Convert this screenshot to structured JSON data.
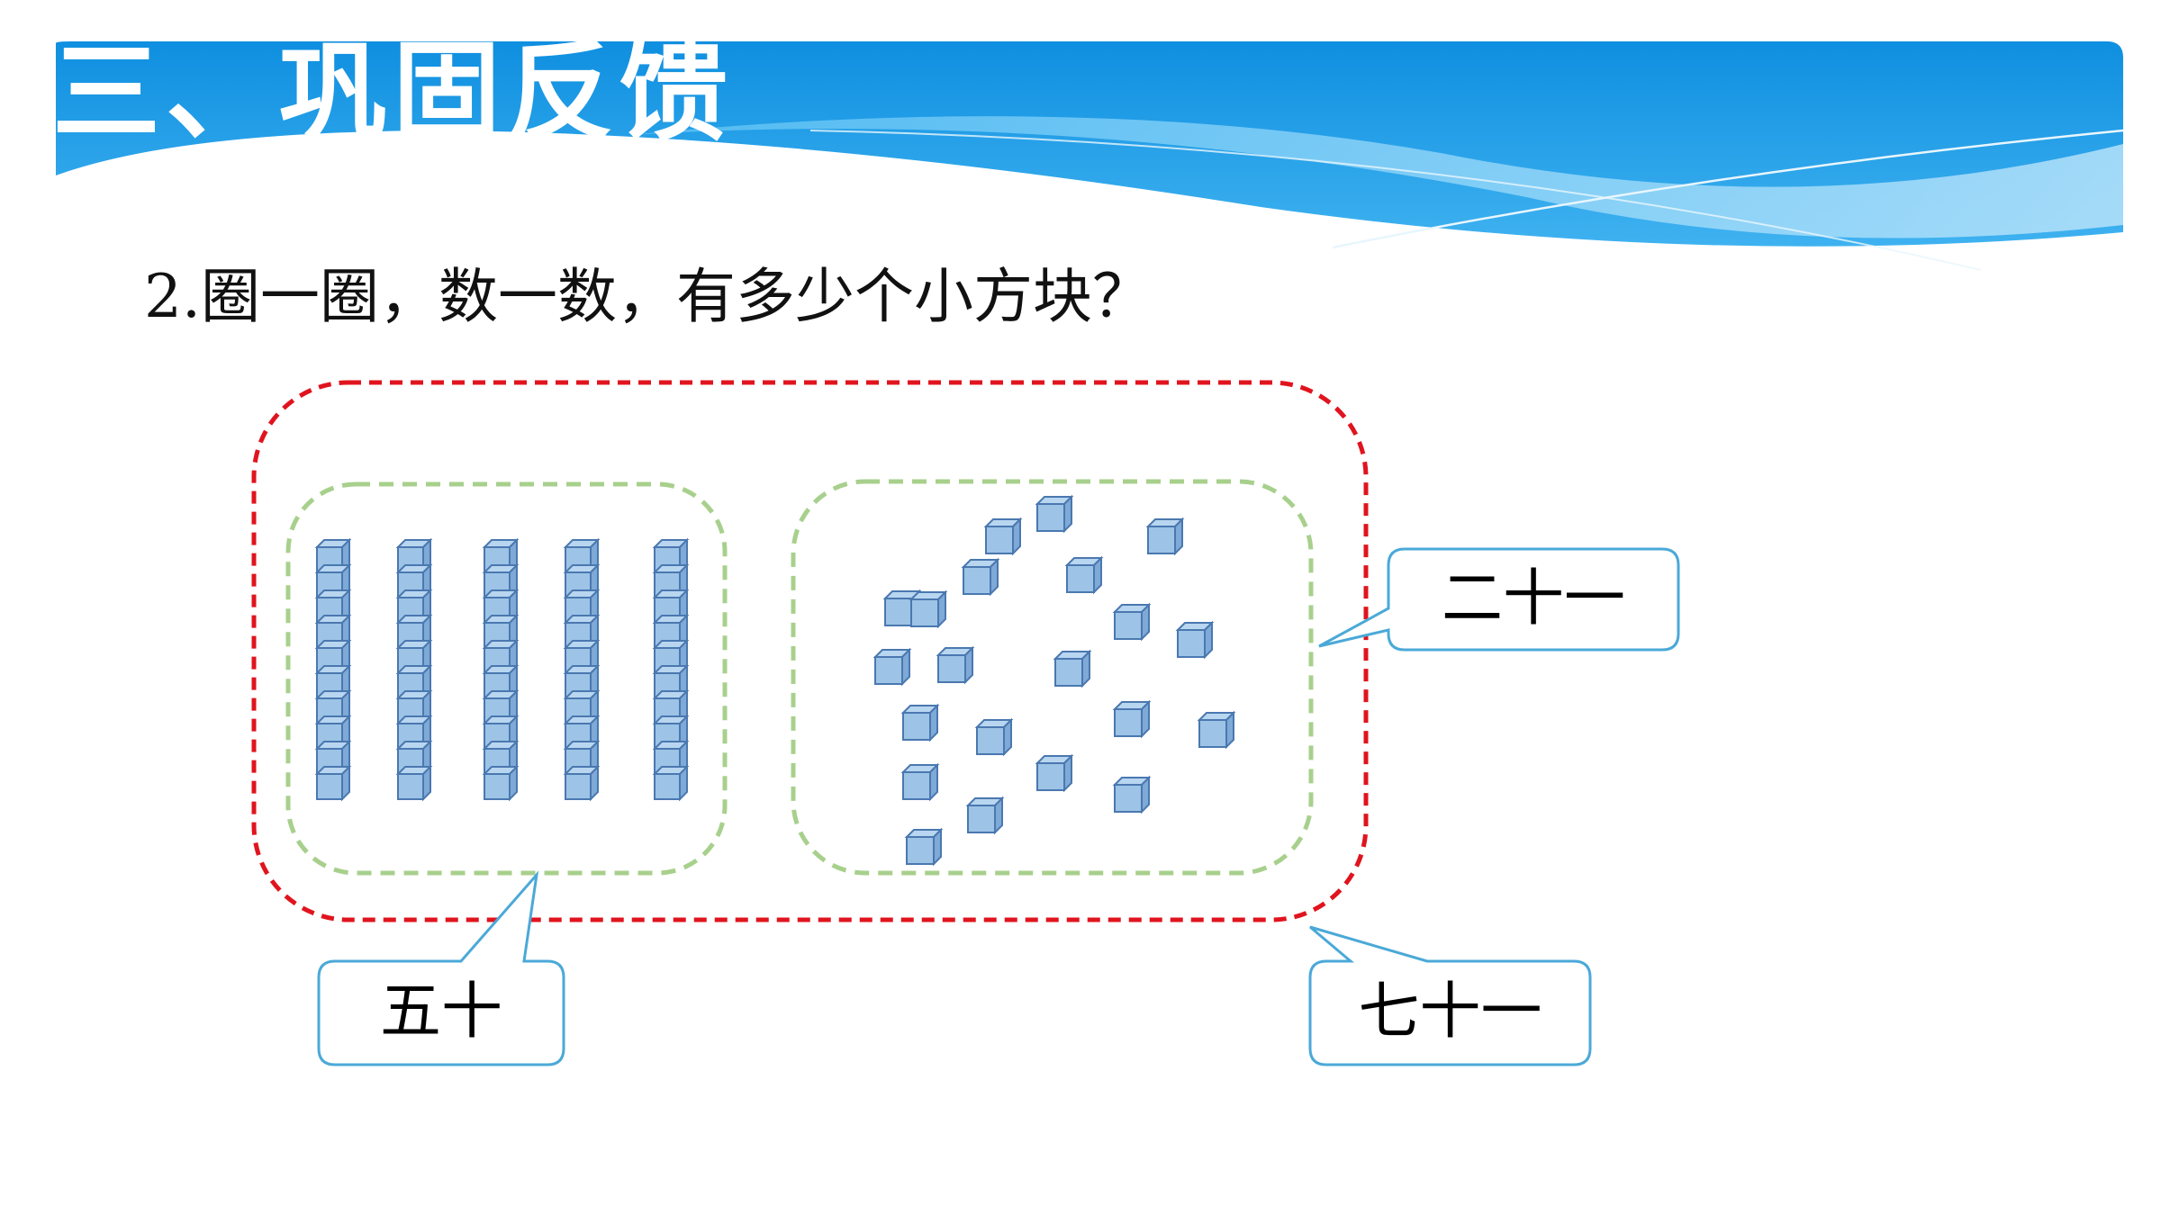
{
  "slide": {
    "title": "三、巩固反馈",
    "question": "2.圈一圈，数一数，有多少个小方块？"
  },
  "diagram": {
    "tens_rods": 5,
    "cubes_per_rod": 10,
    "loose_cubes": 21,
    "callouts": {
      "tens": "五十",
      "ones": "二十一",
      "total": "七十一"
    }
  },
  "colors": {
    "banner_blue": "#1a9ae6",
    "outer_dash": "#e0141e",
    "inner_dash": "#a8d08d",
    "cube_fill": "#9dc3e6",
    "cube_edge": "#4a78b0",
    "callout_border": "#4aa9d8"
  }
}
